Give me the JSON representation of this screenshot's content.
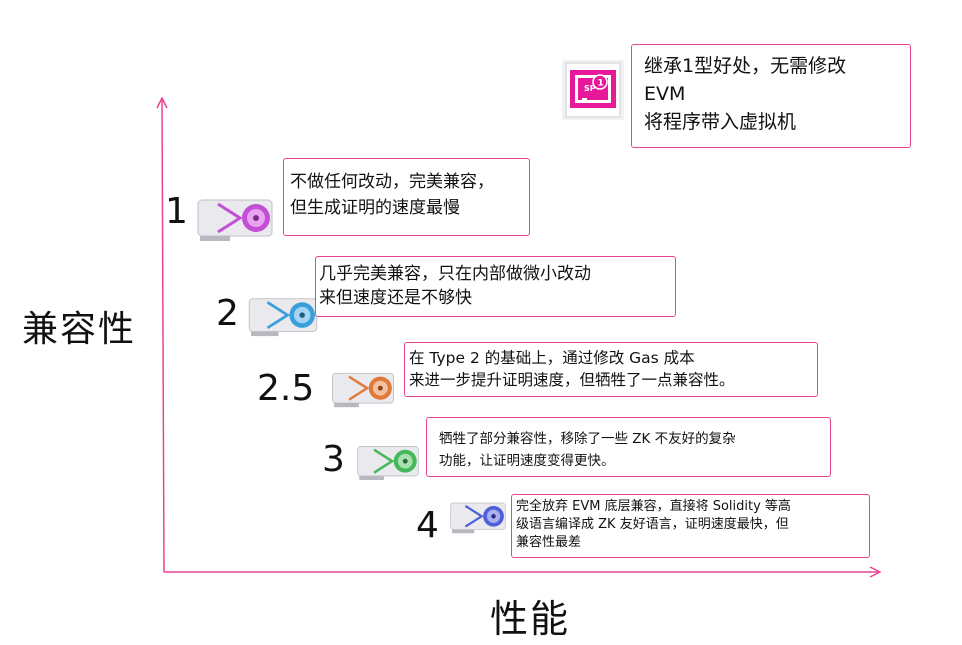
{
  "axes": {
    "y_label": "兼容性",
    "x_label": "性能"
  },
  "types": [
    {
      "id": "1",
      "label": "1",
      "accent": "#c24fd6",
      "note": [
        "不做任何改动，完美兼容，",
        "但生成证明的速度最慢"
      ]
    },
    {
      "id": "2",
      "label": "2",
      "accent": "#3aa0dc",
      "note": [
        "几乎完美兼容，只在内部做微小改动",
        "来但速度还是不够快"
      ]
    },
    {
      "id": "2.5",
      "label": "2.5",
      "accent": "#e07a3a",
      "note": [
        "在 Type 2 的基础上，通过修改 Gas 成本",
        "来进一步提升证明速度，但牺牲了一点兼容性。"
      ]
    },
    {
      "id": "3",
      "label": "3",
      "accent": "#44b85a",
      "note": [
        "牺牲了部分兼容性，移除了一些 ZK 不友好的复杂",
        "功能，让证明速度变得更快。"
      ]
    },
    {
      "id": "4",
      "label": "4",
      "accent": "#4f5fd9",
      "note": [
        "完全放弃 EVM 底层兼容，直接将 Solidity 等高",
        "级语言编译成 ZK 友好语言，证明速度最快，但",
        "兼容性最差"
      ]
    }
  ],
  "sp": {
    "icon_text": "SP",
    "icon_badge": "1",
    "accent": "#e8189a",
    "note": [
      "继承1型好处，无需修改",
      "EVM",
      "将程序带入虚拟机"
    ]
  },
  "colors": {
    "axis": "#e8448f",
    "border": "#e8448f"
  }
}
